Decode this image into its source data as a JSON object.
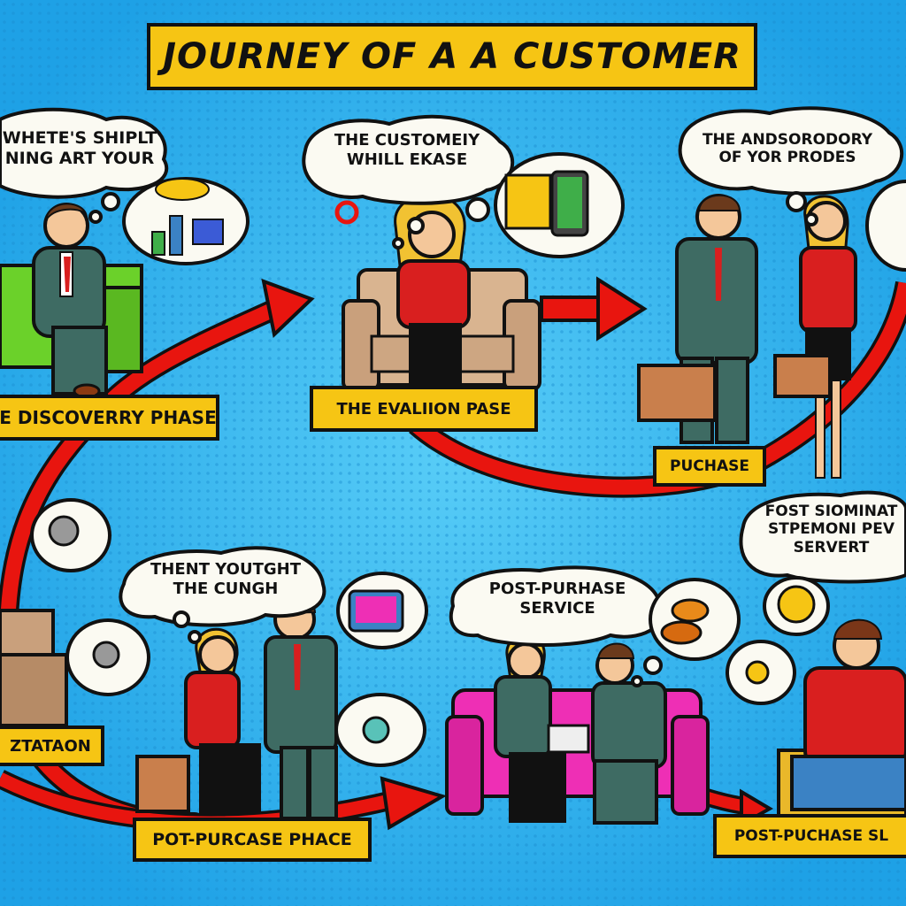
{
  "title": "JOURNEY OF A A CUSTOMER",
  "phase_labels": {
    "discovery": "E DISCOVERRY PHASE",
    "evaluation": "THE EVALIION PASE",
    "purchase": "PUCHASE",
    "left_partial": "ZTATAON",
    "post_purchase_phase": "POT-PURCASE PHACE",
    "post_purchase_service": "POST-PUCHASE SL"
  },
  "thought_bubbles": {
    "discovery": [
      "WHETE'S SHIPLT",
      "NING ART YOUR"
    ],
    "evaluation": [
      "THE CUSTOMEIY",
      "WHILL EKASE"
    ],
    "purchase": [
      "THE ANDSORODORY",
      "OF YOR PRODES"
    ],
    "consideration": [
      "THENT YOUTGHT",
      "THE CUNGH"
    ],
    "service": [
      "POST-PURHASE",
      "SERVICE"
    ],
    "right": [
      "FOST SIOMINAT",
      "STPEMONI PEV",
      "SERVERT"
    ]
  },
  "colors": {
    "background": "#2bb4ee",
    "label_fill": "#f6c514",
    "arrow": "#e8150f",
    "suit": "#3e6b63",
    "red_jacket": "#d91f1f",
    "pink_sofa": "#ee2fb5",
    "green_sofa": "#6bd12a"
  }
}
